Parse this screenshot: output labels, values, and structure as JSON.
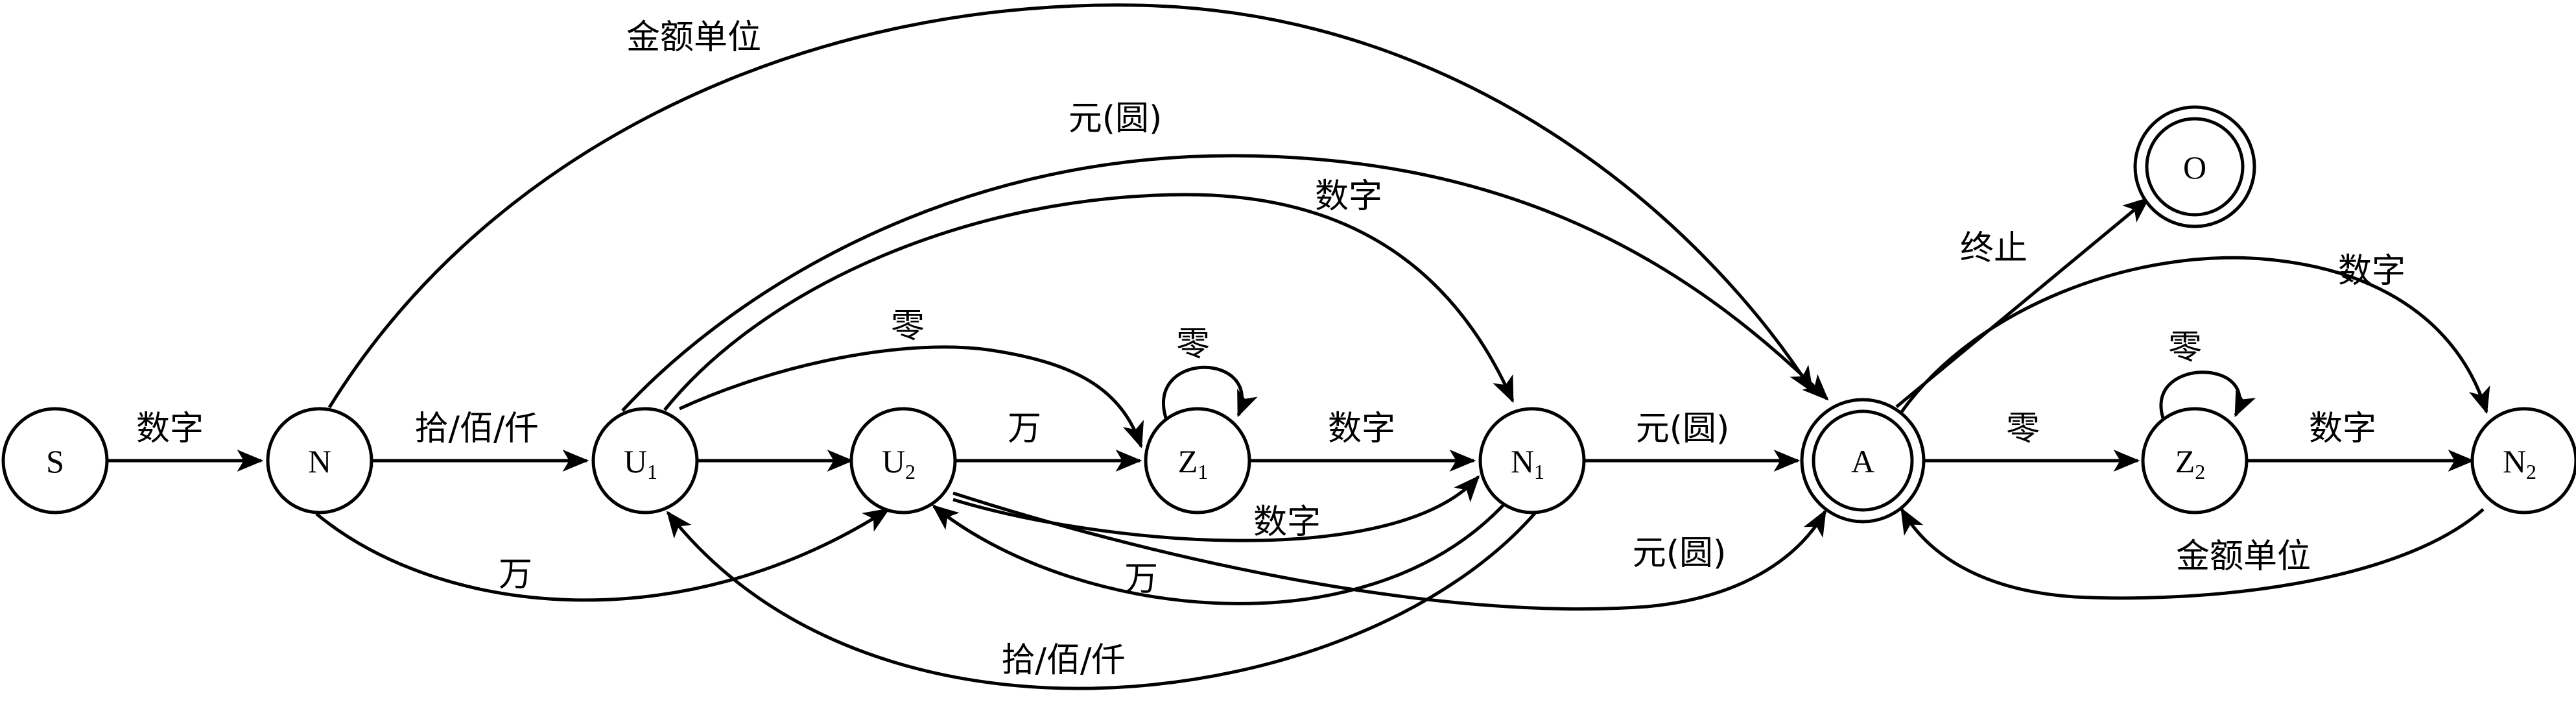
{
  "diagram": {
    "type": "state-transition-diagram",
    "states": [
      {
        "id": "S",
        "label": "S",
        "sub": "",
        "final": false
      },
      {
        "id": "N",
        "label": "N",
        "sub": "",
        "final": false
      },
      {
        "id": "U1",
        "label": "U",
        "sub": "1",
        "final": false
      },
      {
        "id": "U2",
        "label": "U",
        "sub": "2",
        "final": false
      },
      {
        "id": "Z1",
        "label": "Z",
        "sub": "1",
        "final": false
      },
      {
        "id": "N1",
        "label": "N",
        "sub": "1",
        "final": false
      },
      {
        "id": "A",
        "label": "A",
        "sub": "",
        "final": true
      },
      {
        "id": "Z2",
        "label": "Z",
        "sub": "2",
        "final": false
      },
      {
        "id": "N2",
        "label": "N",
        "sub": "2",
        "final": false
      },
      {
        "id": "O",
        "label": "O",
        "sub": "",
        "final": true
      }
    ],
    "transitions": [
      {
        "id": "S-N",
        "from": "S",
        "to": "N",
        "label": "数字"
      },
      {
        "id": "N-U1",
        "from": "N",
        "to": "U1",
        "label": "拾/佰/仟"
      },
      {
        "id": "U1-U2",
        "from": "U1",
        "to": "U2",
        "label": ""
      },
      {
        "id": "U2-Z1",
        "from": "U2",
        "to": "Z1",
        "label": "万"
      },
      {
        "id": "Z1-N1",
        "from": "Z1",
        "to": "N1",
        "label": "数字"
      },
      {
        "id": "N1-A",
        "from": "N1",
        "to": "A",
        "label": "元(圆)"
      },
      {
        "id": "A-Z2",
        "from": "A",
        "to": "Z2",
        "label": "零"
      },
      {
        "id": "Z2-N2",
        "from": "Z2",
        "to": "N2",
        "label": "数字"
      },
      {
        "id": "N-A",
        "from": "N",
        "to": "A",
        "label": "金额单位"
      },
      {
        "id": "U1-A",
        "from": "U1",
        "to": "A",
        "label": "元(圆)"
      },
      {
        "id": "U1-N1",
        "from": "U1",
        "to": "N1",
        "label": "数字"
      },
      {
        "id": "U1-Z1",
        "from": "U1",
        "to": "Z1",
        "label": "零"
      },
      {
        "id": "Z1-Z1",
        "from": "Z1",
        "to": "Z1",
        "label": "零"
      },
      {
        "id": "Z2-Z2",
        "from": "Z2",
        "to": "Z2",
        "label": "零"
      },
      {
        "id": "N-U2",
        "from": "N",
        "to": "U2",
        "label": "万"
      },
      {
        "id": "U2-N1",
        "from": "U2",
        "to": "N1",
        "label": "数字"
      },
      {
        "id": "N1-U2",
        "from": "N1",
        "to": "U2",
        "label": "万"
      },
      {
        "id": "N1-U1",
        "from": "N1",
        "to": "U1",
        "label": "拾/佰/仟"
      },
      {
        "id": "U2-A",
        "from": "U2",
        "to": "A",
        "label": "元(圆)"
      },
      {
        "id": "A-O",
        "from": "A",
        "to": "O",
        "label": "终止"
      },
      {
        "id": "A-N2",
        "from": "A",
        "to": "N2",
        "label": "数字"
      },
      {
        "id": "N2-A",
        "from": "N2",
        "to": "A",
        "label": "金额单位"
      }
    ]
  }
}
